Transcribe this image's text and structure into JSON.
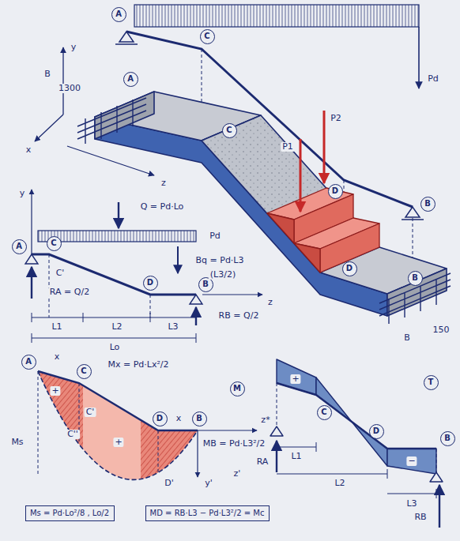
{
  "diagram": {
    "nodes": [
      {
        "text": [
          "A"
        ]
      },
      {
        "text": [
          "C"
        ]
      },
      {
        "text": [
          "D"
        ]
      },
      {
        "text": [
          "B"
        ]
      },
      {
        "text": [
          "A"
        ]
      },
      {
        "text": [
          "C"
        ]
      },
      {
        "text": [
          "D"
        ]
      },
      {
        "text": [
          "B"
        ]
      },
      {
        "text": [
          "A"
        ]
      },
      {
        "text": [
          "C"
        ]
      },
      {
        "text": [
          "D"
        ]
      },
      {
        "text": [
          "B"
        ]
      },
      {
        "text": [
          "M"
        ]
      },
      {
        "text": [
          "A"
        ]
      },
      {
        "text": [
          "C"
        ]
      },
      {
        "text": [
          "D"
        ]
      },
      {
        "text": [
          "B"
        ]
      },
      {
        "text": [
          "T"
        ]
      },
      {
        "text": [
          "C"
        ]
      },
      {
        "text": [
          "D"
        ]
      },
      {
        "text": [
          "B"
        ]
      },
      {
        "text": [
          "Ms = Pd·Lo²/8 , Lo/2"
        ]
      },
      {
        "text": [
          "MD = RB·L3 − Pd·L3²/2 = Mc"
        ]
      }
    ],
    "labels": [
      "Pd",
      "y",
      "B",
      "1300",
      "x",
      "z",
      "P2",
      "P1",
      "B",
      "150",
      "y",
      "Q = Pd·Lo",
      "Pd",
      "Bq = Pd·L3",
      "(L3/2)",
      "RA = Q/2",
      "RB = Q/2",
      "C'",
      "z",
      "L1",
      "L2",
      "L3",
      "Lo",
      "x",
      "Mx = Pd·Lx²/2",
      "x",
      "MB = Pd·L3²/2",
      "z*",
      "Ms",
      "+",
      "+",
      "C'",
      "C''",
      "D'",
      "z'",
      "y'",
      "RA",
      "RB",
      "L1",
      "L2",
      "L3",
      "+",
      "−"
    ]
  }
}
